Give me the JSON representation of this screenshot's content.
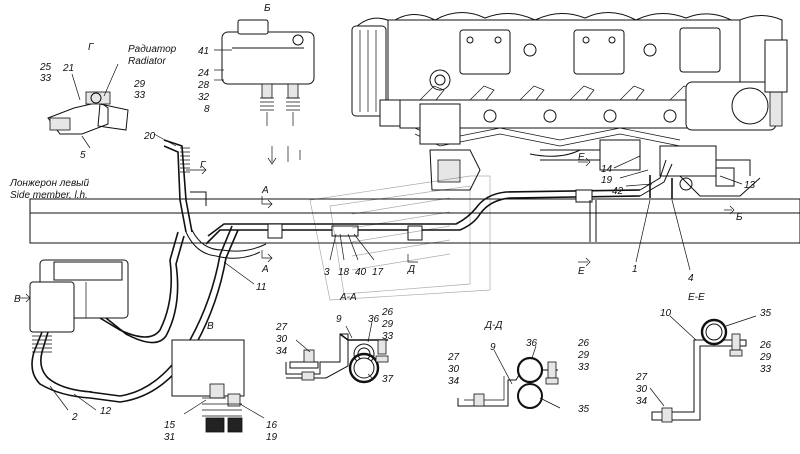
{
  "views": {
    "g": {
      "title": "Г",
      "radiator_ru": "Радиатор",
      "radiator_en": "Radiator"
    },
    "b": {
      "title": "Б"
    },
    "v": {
      "title": "В"
    },
    "aa": {
      "title": "А-А"
    },
    "dd": {
      "title": "Д-Д"
    },
    "ee": {
      "title": "Е-Е"
    }
  },
  "member": {
    "ru": "Лонжерон левый",
    "en": "Side member, l.h."
  },
  "section_marks": {
    "g": "Г",
    "a_top": "А",
    "a_bot": "А",
    "d": "Д",
    "e_top": "Е",
    "e_bot": "Е",
    "b_right": "Б",
    "v_left": "В"
  },
  "callouts": {
    "c25": "25",
    "c33a": "33",
    "c21": "21",
    "c29a": "29",
    "c33b": "33",
    "c5": "5",
    "c41": "41",
    "c24": "24",
    "c28": "28",
    "c32": "32",
    "c8": "8",
    "c20": "20",
    "c14": "14",
    "c19a": "19",
    "c42": "42",
    "c13": "13",
    "c1": "1",
    "c4": "4",
    "c3": "3",
    "c18": "18",
    "c40": "40",
    "c17": "17",
    "c11": "11",
    "c2": "2",
    "c12": "12",
    "c15": "15",
    "c31": "31",
    "c16": "16",
    "c19b": "19",
    "aa27": "27",
    "aa30": "30",
    "aa34": "34",
    "aa9": "9",
    "aa36": "36",
    "aa26": "26",
    "aa29": "29",
    "aa33": "33",
    "aa37": "37",
    "dd9": "9",
    "dd36": "36",
    "dd26": "26",
    "dd29": "29",
    "dd33": "33",
    "dd27": "27",
    "dd30": "30",
    "dd34": "34",
    "dd35": "35",
    "ee10": "10",
    "ee35": "35",
    "ee26": "26",
    "ee29": "29",
    "ee33": "33",
    "ee27": "27",
    "ee30": "30",
    "ee34": "34"
  }
}
